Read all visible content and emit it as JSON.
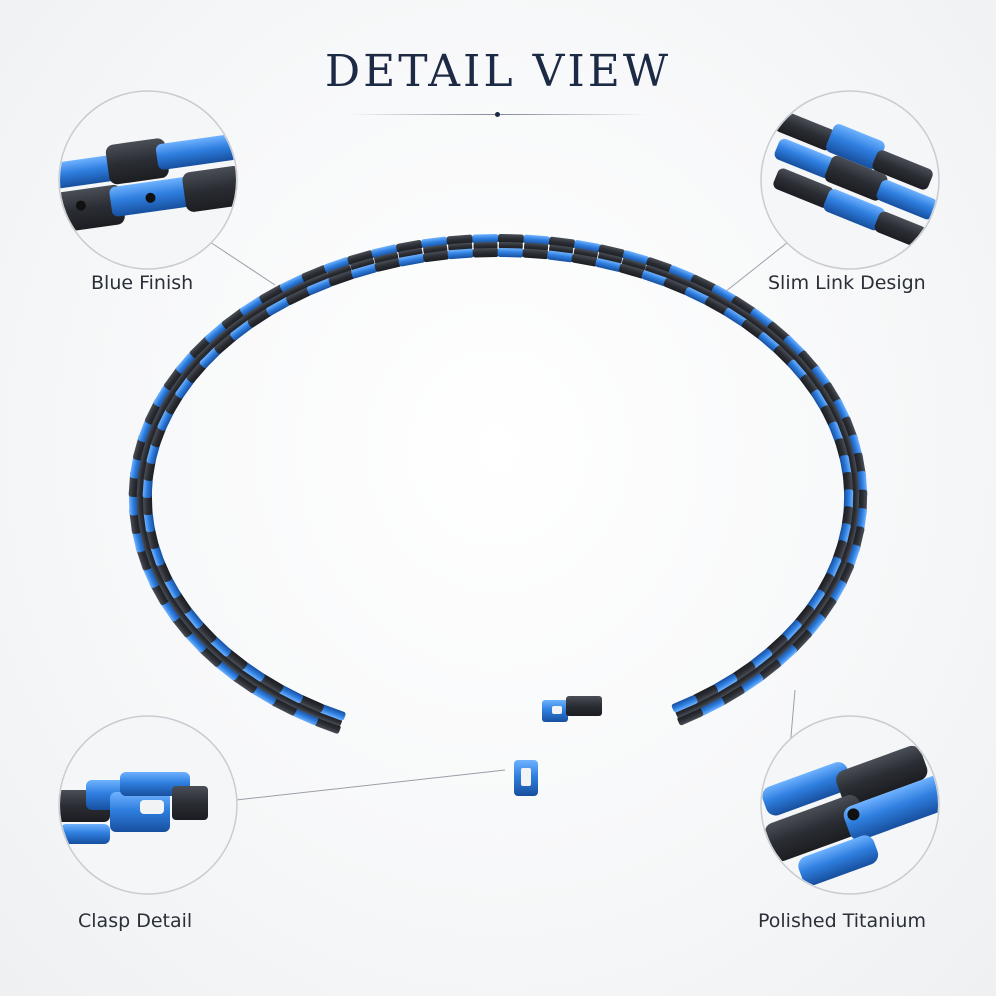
{
  "header": {
    "title": "DETAIL VIEW"
  },
  "callouts": {
    "blue_finish": "Blue Finish",
    "slim_link_design": "Slim Link Design",
    "clasp_detail": "Clasp Detail",
    "polished_titanium": "Polished Titanium"
  },
  "colors": {
    "title": "#1c2a45",
    "link_blue": "#1f6fd6",
    "link_blue_light": "#4c9cf2",
    "link_black": "#2c2f35",
    "leader_line": "#9aa0a8"
  }
}
